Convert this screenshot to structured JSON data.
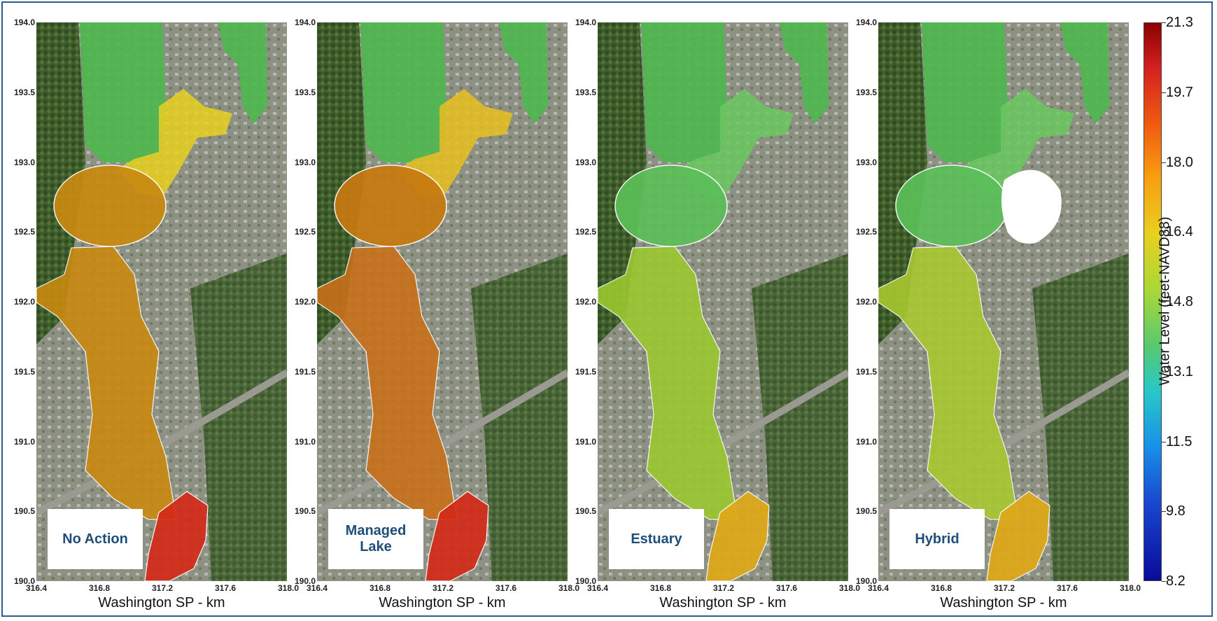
{
  "y_ticks": [
    "194.0",
    "193.5",
    "193.0",
    "192.5",
    "192.0",
    "191.5",
    "191.0",
    "190.5",
    "190.0"
  ],
  "x_ticks": [
    "316.4",
    "316.8",
    "317.2",
    "317.6",
    "318.0"
  ],
  "x_axis_label": "Washington SP - km",
  "panels": [
    {
      "label": "No Action",
      "lake_color": "#c98a10",
      "river_color": "#c98a10",
      "south_color": "#d42a18",
      "north_plume": "#e8d020"
    },
    {
      "label": "Managed\nLake",
      "lake_color": "#c87a10",
      "river_color": "#c8701a",
      "south_color": "#d42a18",
      "north_plume": "#e8c020"
    },
    {
      "label": "Estuary",
      "lake_color": "#5cbf58",
      "river_color": "#9cc830",
      "south_color": "#e0a818",
      "north_plume": "#6ac860"
    },
    {
      "label": "Hybrid",
      "lake_color": "#5cbf58",
      "river_color": "#a8c830",
      "south_color": "#e0a818",
      "north_plume": "#6ac860"
    }
  ],
  "colorbar": {
    "title": "Water Level (feet-NAVD88)",
    "ticks": [
      "21.3",
      "19.7",
      "18.0",
      "16.4",
      "14.8",
      "13.1",
      "11.5",
      "9.8",
      "8.2"
    ],
    "top_color": "#8b0000",
    "bottom_color": "#0a0a9a"
  },
  "colors": {
    "bay_green": "#4fb64f",
    "frame_blue": "#2f5d8a",
    "label_text": "#1f4e79"
  }
}
